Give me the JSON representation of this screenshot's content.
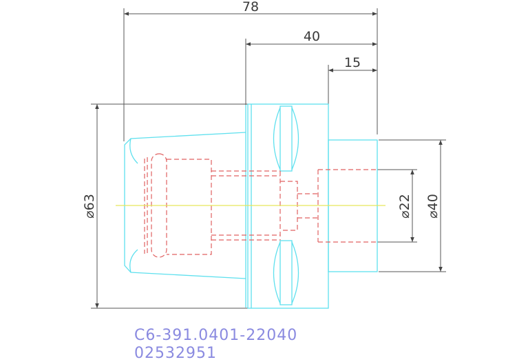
{
  "dimensions": {
    "overall_length": "78",
    "shank_length": "40",
    "pilot_length": "15",
    "body_diameter": "⌀63",
    "inner_diameter": "⌀22",
    "pilot_diameter": "⌀40"
  },
  "part": {
    "designation": "C6-391.0401-22040",
    "number": "02532951"
  },
  "colors": {
    "outline": "#5ee0ee",
    "hidden_lines": "#e06060",
    "centerline": "#e6e65a",
    "dimensions": "#555555",
    "part_text": "#8a8ae0"
  }
}
